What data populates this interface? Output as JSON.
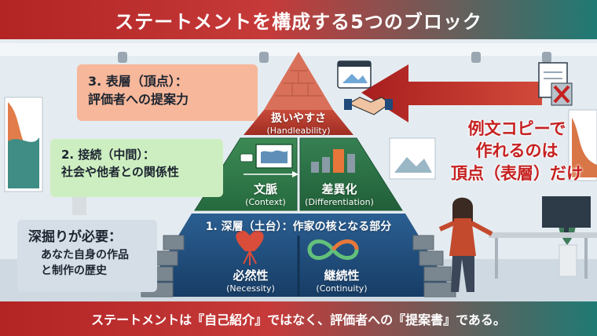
{
  "title": "ステートメントを構成する5つのブロック",
  "layers": {
    "top": {
      "label": "3. 表層（頂点）：",
      "desc": "評価者への提案力",
      "block": {
        "name": "扱いやすさ",
        "en": "(Handleability)"
      }
    },
    "middle": {
      "label": "2. 接続（中間）：",
      "desc": "社会や他者との関係性",
      "blocks": [
        {
          "name": "文脈",
          "en": "(Context)"
        },
        {
          "name": "差異化",
          "en": "(Differentiation)"
        }
      ]
    },
    "base": {
      "header": "1. 深層（土台）：作家の核となる部分",
      "panel_title": "深掘りが必要：",
      "panel_lines": [
        "あなた自身の作品",
        "と制作の歴史"
      ],
      "blocks": [
        {
          "name": "必然性",
          "en": "(Necessity)"
        },
        {
          "name": "継続性",
          "en": "(Continuity)"
        }
      ]
    }
  },
  "callout": [
    "例文コピーで",
    "作れるのは",
    "頂点（表層）だけ"
  ],
  "footer": "ステートメントは『自己紹介』ではなく、評価者への『提案書』である。",
  "colors": {
    "red": "#b32424",
    "teal": "#1f7a74",
    "green": "#2f7b4a",
    "navy": "#1f4a7a"
  },
  "icons": [
    "handshake-icon",
    "browser-image-icon",
    "document-trash-icon",
    "map-chart-icon",
    "bar-chart-icon",
    "heart-roots-icon",
    "infinity-loop-icon",
    "sparkle-icon"
  ]
}
